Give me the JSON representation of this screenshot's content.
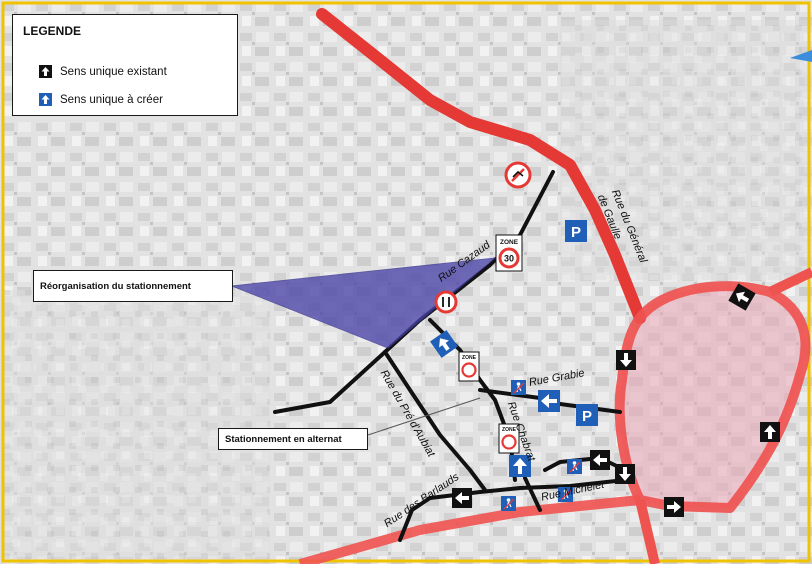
{
  "legend": {
    "title": "LEGENDE",
    "items": [
      {
        "label": "Sens unique existant",
        "icon": "black-one-way-arrow-icon",
        "color": "#111111"
      },
      {
        "label": "Sens unique à créer",
        "icon": "blue-one-way-arrow-icon",
        "color": "#1f5fb8"
      }
    ]
  },
  "annotations": {
    "parking_reorg": "Réorganisation du stationnement",
    "alternate_parking": "Stationnement en alternat"
  },
  "streets": {
    "cazaud": "Rue Cazaud",
    "general_de_gaulle_1": "Rue du Général",
    "general_de_gaulle_2": "de Gaulle",
    "grabie": "Rue Grabie",
    "chabrat": "Rue Chabrat",
    "pre_daubiat": "Rue du Pré d'Aubiat",
    "barlauds": "Rue des Barlauds",
    "michelet": "Rue Michelet"
  },
  "signs": {
    "zone30_label": "ZONE",
    "zone30_value": "30",
    "zone_small": "ZONE",
    "parking": "P"
  },
  "colors": {
    "main_road": "#e53935",
    "ring_road": "#ef5350",
    "street": "#111111",
    "new_one_way": "#1f5fb8",
    "reorg_area": "#4a44a8",
    "frame": "#f0c200"
  }
}
